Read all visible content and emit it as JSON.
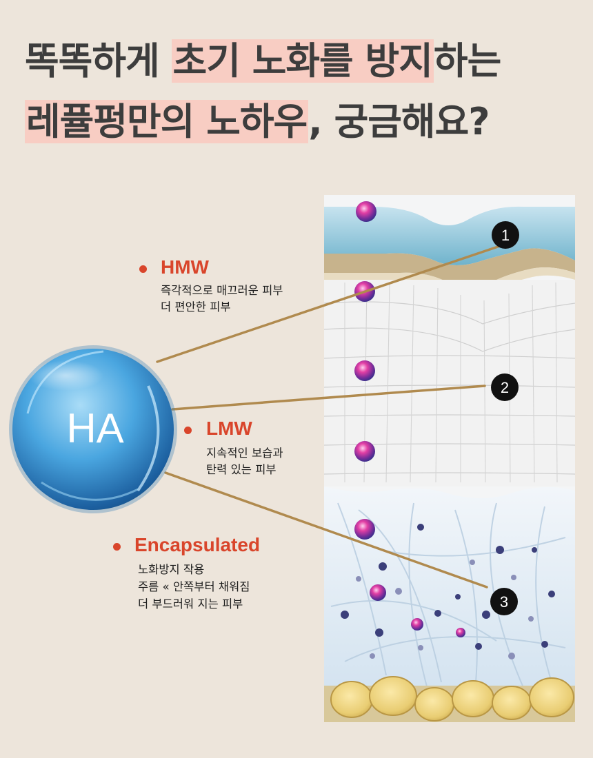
{
  "headline": {
    "line1": {
      "before": "똑똑하게 ",
      "highlight": "초기 노화를 방지",
      "after": "하는"
    },
    "line2": {
      "highlight": "레퓰펑만의 노하우",
      "after": ", 궁금해요?"
    }
  },
  "sphere_label": "HA",
  "labels": [
    {
      "name": "HMW",
      "lines": [
        "즉각적으로 매끄러운 피부",
        "더 편안한 피부"
      ]
    },
    {
      "name": "LMW",
      "lines": [
        "지속적인 보습과",
        "탄력 있는 피부"
      ]
    },
    {
      "name": "Encapsulated",
      "lines": [
        "노화방지 작용",
        "주름 « 안쪽부터 채워짐",
        "더 부드러워 지는 피부"
      ]
    }
  ],
  "markers": [
    "1",
    "2",
    "3"
  ],
  "colors": {
    "accent": "#d9452b",
    "highlight": "#f8cdc3",
    "headline_text": "#3d3d3d",
    "background": "#ede5db",
    "connector": "#b08a4e"
  }
}
